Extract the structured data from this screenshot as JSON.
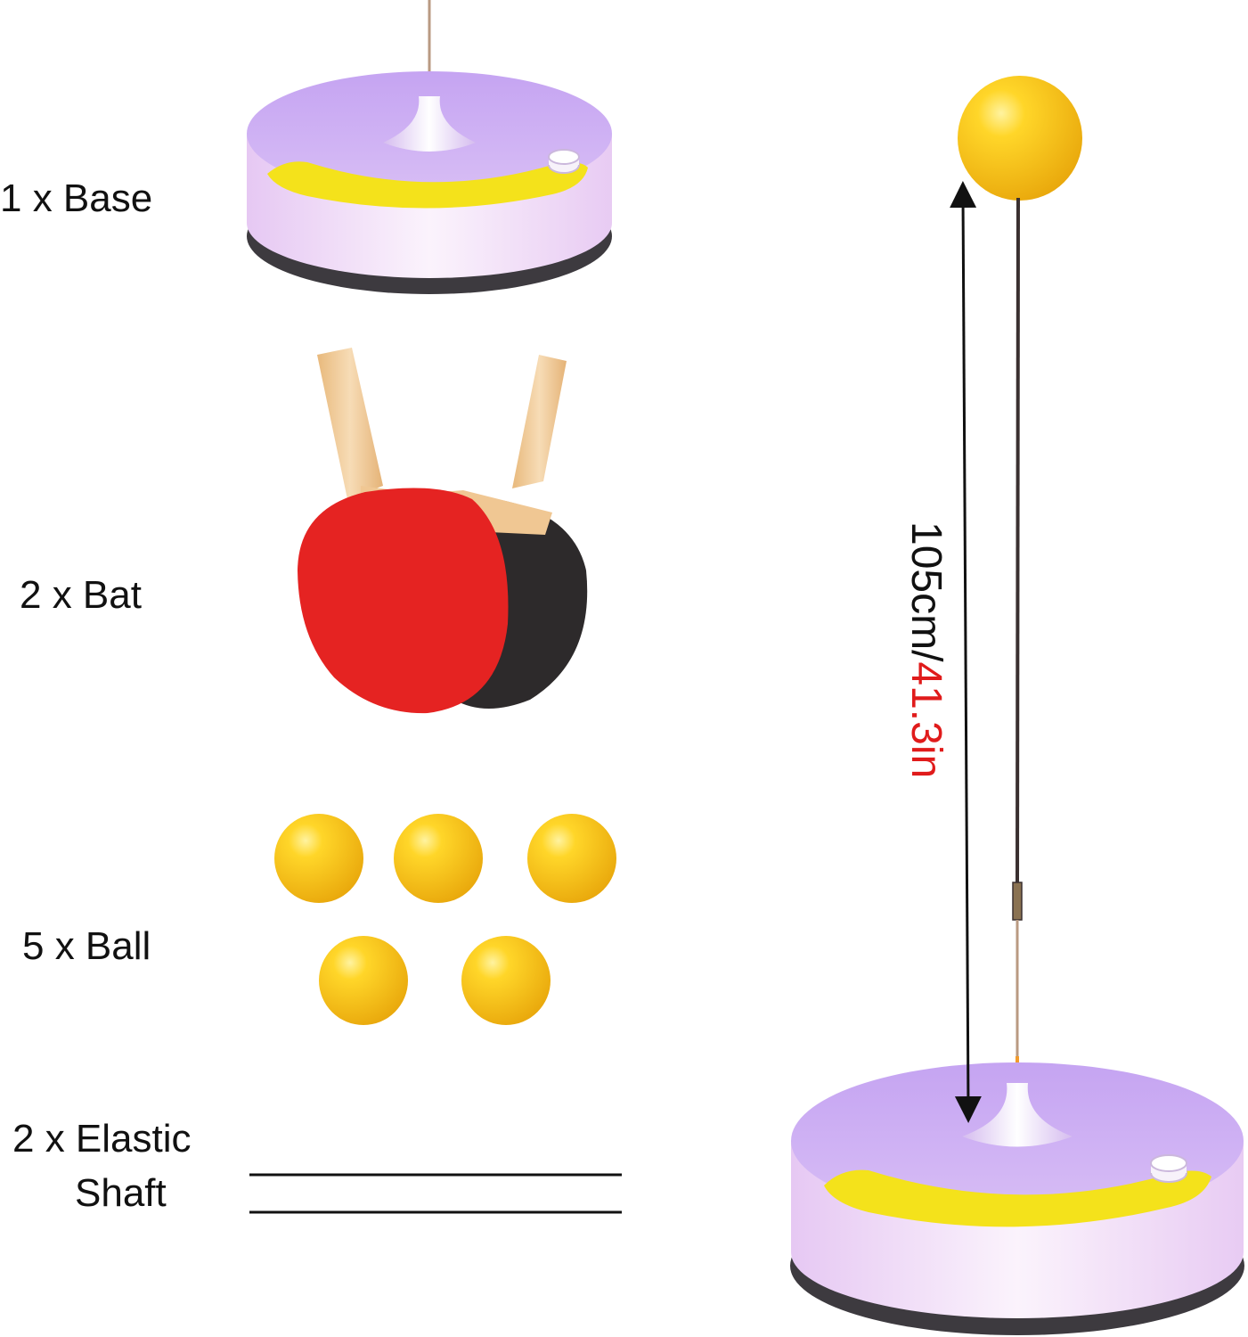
{
  "labels": {
    "base": "1 x Base",
    "bat": "2 x Bat",
    "ball": "5 x Ball",
    "shaft_line1": "2 x Elastic",
    "shaft_line2": "Shaft"
  },
  "dimension": {
    "metric": "105cm/",
    "imperial": "41.3in"
  },
  "colors": {
    "base_top": "#c9a8f0",
    "base_side": "#f2e6f8",
    "base_bottom": "#3d3a3f",
    "tray": "#f4e21b",
    "ball": "#f5c518",
    "bat_red": "#e52322",
    "bat_black": "#2d2a2b",
    "handle": "#f0c793",
    "accent_red": "#e01b1b"
  }
}
